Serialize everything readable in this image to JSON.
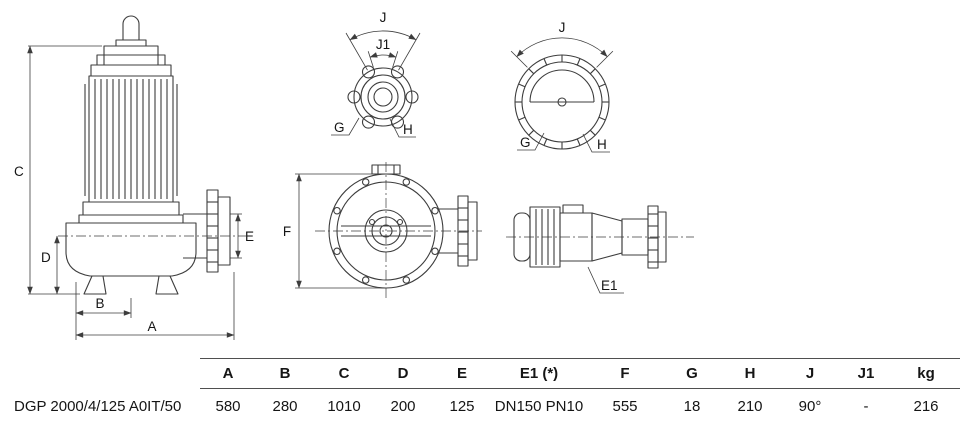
{
  "labels": {
    "A": "A",
    "B": "B",
    "C": "C",
    "D": "D",
    "E": "E",
    "E1": "E1",
    "F": "F",
    "G": "G",
    "H": "H",
    "J": "J",
    "J1": "J1"
  },
  "table": {
    "columns": [
      "A",
      "B",
      "C",
      "D",
      "E",
      "E1 (*)",
      "F",
      "G",
      "H",
      "J",
      "J1",
      "kg"
    ],
    "rows": [
      {
        "model": "DGP 2000/4/125 A0IT/50",
        "values": [
          "580",
          "280",
          "1010",
          "200",
          "125",
          "DN150 PN10",
          "555",
          "18",
          "210",
          "90°",
          "-",
          "216"
        ]
      }
    ]
  },
  "colors": {
    "line": "#3d3d3d",
    "text": "#151515"
  }
}
